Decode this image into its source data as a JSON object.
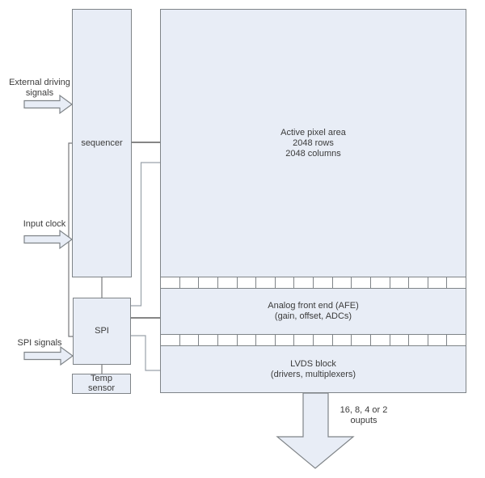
{
  "colors": {
    "background": "#ffffff",
    "block_fill": "#e8edf6",
    "block_border": "#7f8488",
    "connector_dark": "#3f3f3f",
    "connector_mid": "#77797c",
    "connector_light": "#9aa2aa",
    "text": "#3b3b3b"
  },
  "blocks": {
    "sequencer": {
      "label": "sequencer"
    },
    "active_pixel_area": {
      "line1": "Active pixel area",
      "line2": "2048 rows",
      "line3": "2048 columns"
    },
    "analog_front_end": {
      "line1": "Analog front end (AFE)",
      "line2": "(gain, offset, ADCs)"
    },
    "lvds_block": {
      "line1": "LVDS block",
      "line2": "(drivers, multiplexers)"
    },
    "spi": {
      "label": "SPI"
    },
    "temp_sensor": {
      "line1": "Temp",
      "line2": "sensor"
    }
  },
  "inputs": {
    "external_driving": {
      "line1": "External driving",
      "line2": "signals"
    },
    "input_clock": {
      "label": "Input clock"
    },
    "spi_signals": {
      "label": "SPI signals"
    }
  },
  "output": {
    "line1": "16, 8, 4 or 2",
    "line2": "ouputs"
  }
}
